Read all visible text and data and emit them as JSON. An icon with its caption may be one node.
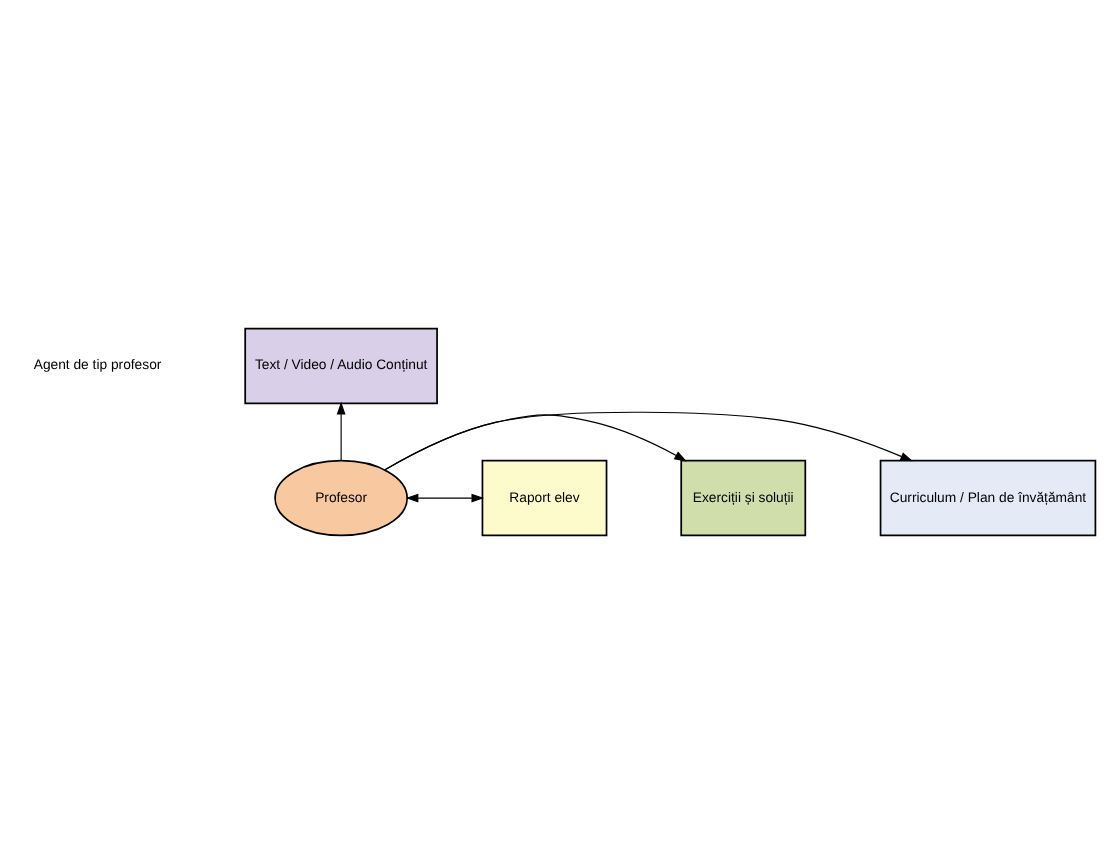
{
  "diagram": {
    "nodes": [
      {
        "text": [
          "Text / Video / Audio Conținut"
        ]
      },
      {
        "text": [
          "Curriculum / Plan de învățământ"
        ]
      },
      {
        "text": [
          "Exerciții și soluții"
        ]
      },
      {
        "text": [
          "Profesor"
        ]
      },
      {
        "text": [
          "Raport elev"
        ]
      }
    ],
    "edges": [
      {
        "from": 3,
        "to": 0,
        "arrow": "to"
      },
      {
        "from": 3,
        "to": 1,
        "arrow": "to"
      },
      {
        "from": 3,
        "to": 2,
        "arrow": "to"
      },
      {
        "from": 3,
        "to": 4,
        "arrow": "both"
      }
    ],
    "labels": [
      "Agent de tip profesor"
    ]
  }
}
